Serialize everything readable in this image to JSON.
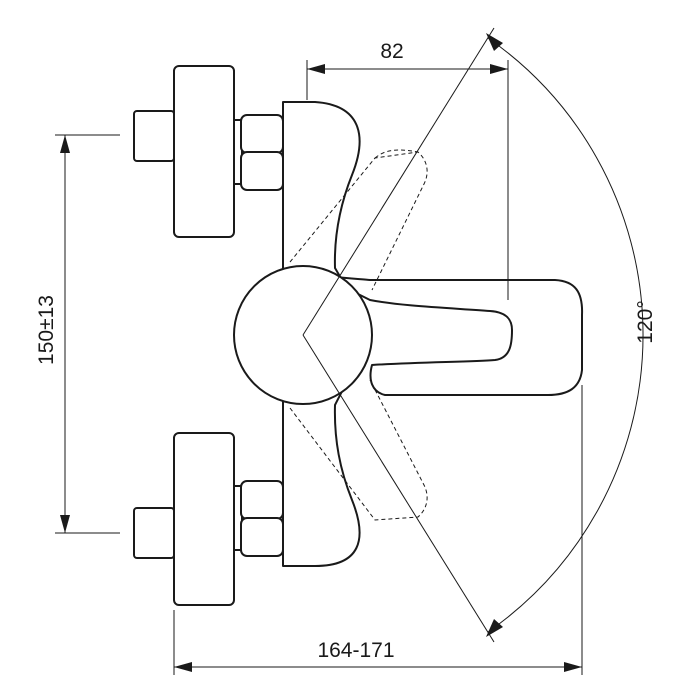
{
  "dimensions": {
    "top_width": "82",
    "vertical_spacing": "150±13",
    "total_width": "164-171",
    "rotation_angle": "120°"
  },
  "colors": {
    "line": "#1a1a1a",
    "background": "#ffffff"
  }
}
